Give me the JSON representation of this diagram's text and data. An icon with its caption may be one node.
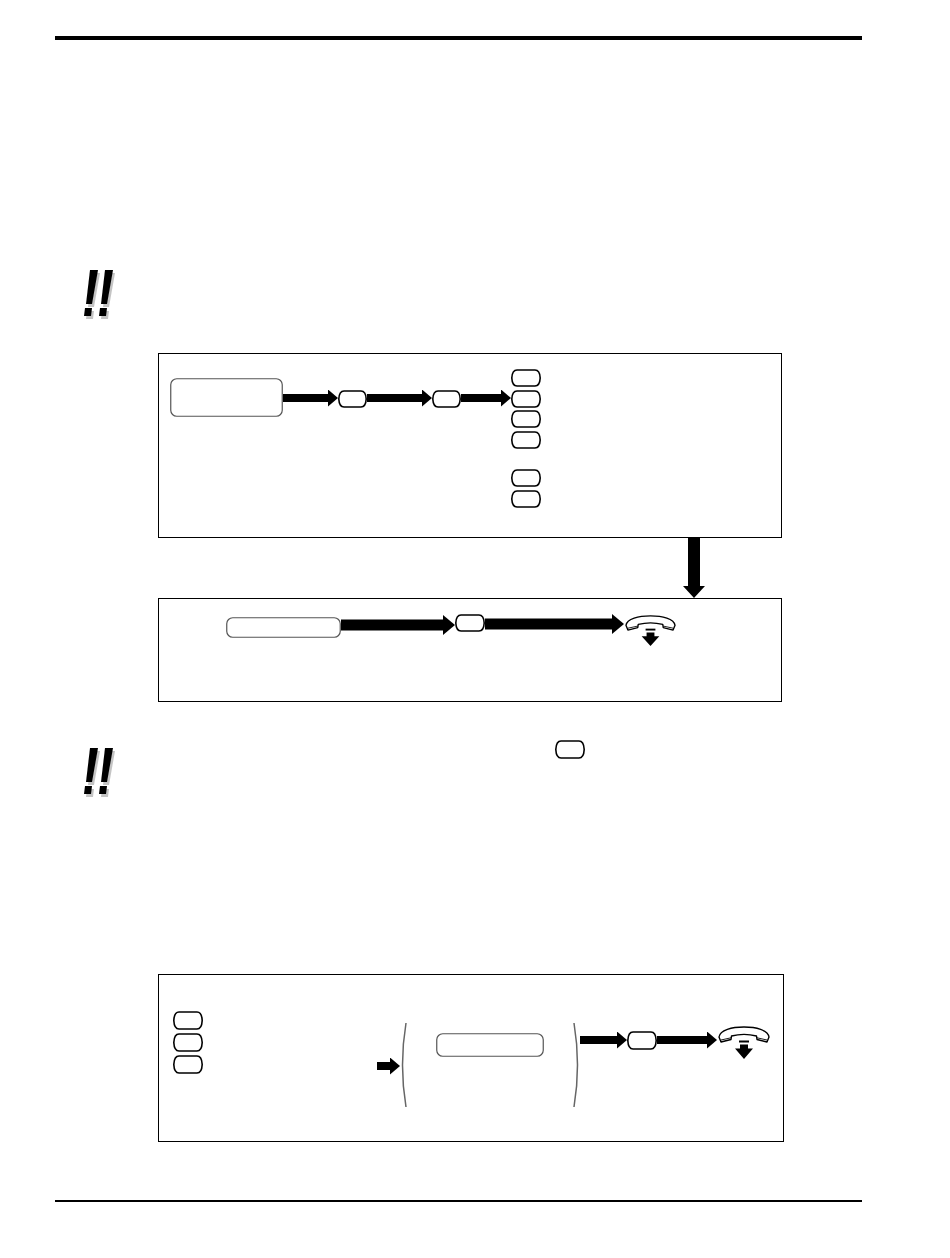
{
  "diagram": {
    "nodes": [
      {
        "text": [],
        "shape": "box"
      },
      {
        "text": [],
        "shape": "box",
        "in": 0
      },
      {
        "text": [],
        "shape": "box",
        "in": 0
      },
      {
        "text": [],
        "shape": "box",
        "in": 0
      },
      {
        "text": [],
        "shape": "box",
        "in": 0
      },
      {
        "text": [],
        "shape": "box",
        "in": 0
      },
      {
        "text": [],
        "shape": "box",
        "in": 0
      },
      {
        "text": [],
        "shape": "box",
        "in": 0
      },
      {
        "text": [],
        "shape": "box",
        "in": 0
      },
      {
        "text": [],
        "shape": "box",
        "in": 0
      },
      {
        "text": [],
        "shape": "box"
      },
      {
        "text": [],
        "shape": "box",
        "in": 10
      },
      {
        "text": [],
        "shape": "box",
        "in": 10
      },
      {
        "text": [],
        "shape": "picture",
        "in": 10
      },
      {
        "text": [],
        "shape": "box"
      },
      {
        "text": [],
        "shape": "box"
      },
      {
        "text": [],
        "shape": "box",
        "in": 15
      },
      {
        "text": [],
        "shape": "box",
        "in": 15
      },
      {
        "text": [],
        "shape": "box",
        "in": 15
      },
      {
        "text": [],
        "shape": "bracket",
        "in": 15
      },
      {
        "text": [],
        "shape": "box",
        "in": 19
      },
      {
        "text": [],
        "shape": "box",
        "in": 15
      },
      {
        "text": [],
        "shape": "picture",
        "in": 15
      }
    ],
    "edges": [
      {
        "from": 1,
        "to": 2,
        "arrow": "to"
      },
      {
        "from": 2,
        "to": 3,
        "arrow": "to"
      },
      {
        "from": 3,
        "to": 5,
        "arrow": "to"
      },
      {
        "from": 0,
        "to": 10,
        "arrow": "to"
      },
      {
        "from": 11,
        "to": 12,
        "arrow": "to"
      },
      {
        "from": 12,
        "to": 13,
        "arrow": "to"
      },
      {
        "from": null,
        "to": 19,
        "arrow": "to"
      },
      {
        "from": 19,
        "to": 21,
        "arrow": "to"
      },
      {
        "from": 21,
        "to": 22,
        "arrow": "to"
      }
    ]
  }
}
